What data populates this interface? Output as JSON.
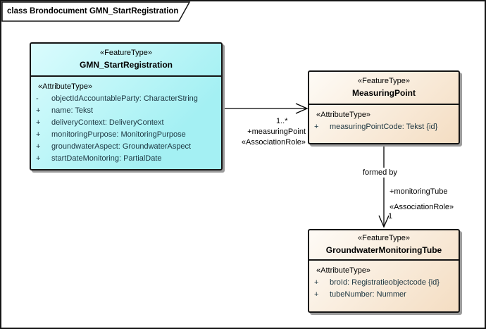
{
  "frame": {
    "title": "class Brondocument GMN_StartRegistration"
  },
  "classes": [
    {
      "stereotype": "«FeatureType»",
      "name": "GMN_StartRegistration",
      "compartment_label": "«AttributeType»",
      "attributes": [
        {
          "visibility": "-",
          "text": "objectIdAccountableParty: CharacterString"
        },
        {
          "visibility": "+",
          "text": "name: Tekst"
        },
        {
          "visibility": "+",
          "text": "deliveryContext: DeliveryContext"
        },
        {
          "visibility": "+",
          "text": "monitoringPurpose: MonitoringPurpose"
        },
        {
          "visibility": "+",
          "text": "groundwaterAspect: GroundwaterAspect"
        },
        {
          "visibility": "+",
          "text": "startDateMonitoring: PartialDate"
        }
      ]
    },
    {
      "stereotype": "«FeatureType»",
      "name": "MeasuringPoint",
      "compartment_label": "«AttributeType»",
      "attributes": [
        {
          "visibility": "+",
          "text": "measuringPointCode: Tekst {id}"
        }
      ]
    },
    {
      "stereotype": "«FeatureType»",
      "name": "GroundwaterMonitoringTube",
      "compartment_label": "«AttributeType»",
      "attributes": [
        {
          "visibility": "+",
          "text": "broId: Registratieobjectcode {id}"
        },
        {
          "visibility": "+",
          "text": "tubeNumber: Nummer"
        }
      ]
    }
  ],
  "associations": [
    {
      "target": "MeasuringPoint",
      "multiplicity": "1..*",
      "role": "+measuringPoint",
      "stereotype": "«AssociationRole»"
    },
    {
      "target": "GroundwaterMonitoringTube",
      "name": "formed by",
      "role": "+monitoringTube",
      "stereotype": "«AssociationRole»",
      "multiplicity": "1"
    }
  ],
  "colors": {
    "class_fill_cyan": "#a6f1f3",
    "class_fill_peach": "#f5dfc5",
    "border": "#151515",
    "shadow": "#9c9c9c",
    "background": "#ffffff"
  }
}
